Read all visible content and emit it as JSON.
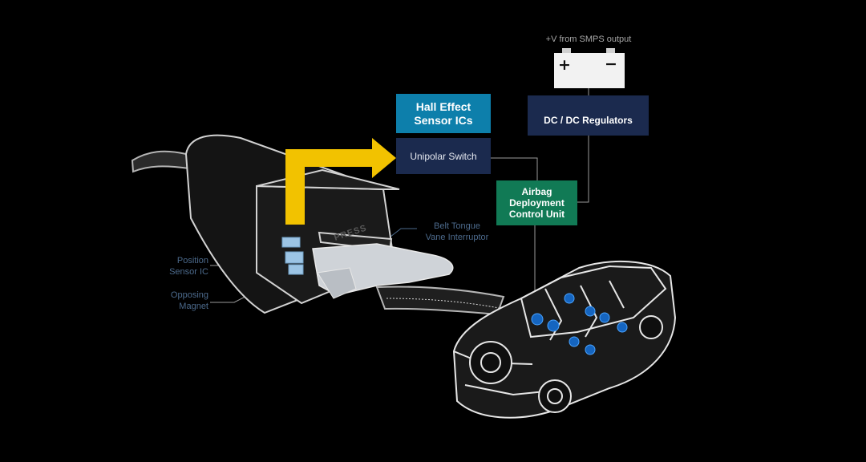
{
  "power_source": {
    "label": "+V from SMPS output",
    "plus_symbol": "+",
    "minus_symbol": "−",
    "icon": "battery-icon"
  },
  "hall_effect_box": {
    "label": "Hall Effect\nSensor ICs"
  },
  "unipolar_switch_box": {
    "label": "Unipolar Switch"
  },
  "dc_dc_box": {
    "label": "DC / DC Regulators"
  },
  "airbag_box": {
    "label": "Airbag\nDeployment\nControl Unit"
  },
  "buckle": {
    "press_text": "PRESS",
    "icon": "seatbelt-buckle-icon"
  },
  "car": {
    "icon": "car-cutaway-icon"
  },
  "callouts": {
    "position_sensor": "Position\nSensor IC",
    "opposing_magnet": "Opposing\nMagnet",
    "belt_tongue": "Belt Tongue\nVane Interruptor"
  },
  "colors": {
    "background": "#000000",
    "hall_box": "#0d7fab",
    "navy_box": "#1b2a4e",
    "airbag_box": "#117a55",
    "arrow": "#f2c200",
    "sensor_blue": "#1565c0",
    "line": "#9a9a9a"
  }
}
